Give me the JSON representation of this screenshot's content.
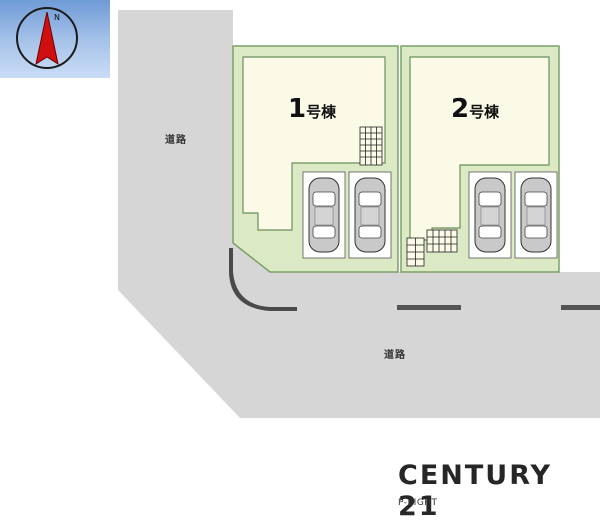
{
  "map": {
    "compass_letter": "N",
    "road_label_left": "道路",
    "road_label_bottom": "道路",
    "lots": [
      {
        "number": "1",
        "suffix": "号棟"
      },
      {
        "number": "2",
        "suffix": "号棟"
      }
    ]
  },
  "brand": {
    "name": "CENTURY 21",
    "sub": "P-EIGHT"
  },
  "colors": {
    "road": "#d6d6d6",
    "lot_fill": "#fafae6",
    "grass": "#dbe9c5",
    "lot_border": "#7aa06a",
    "compass_arrow": "#d01010"
  }
}
